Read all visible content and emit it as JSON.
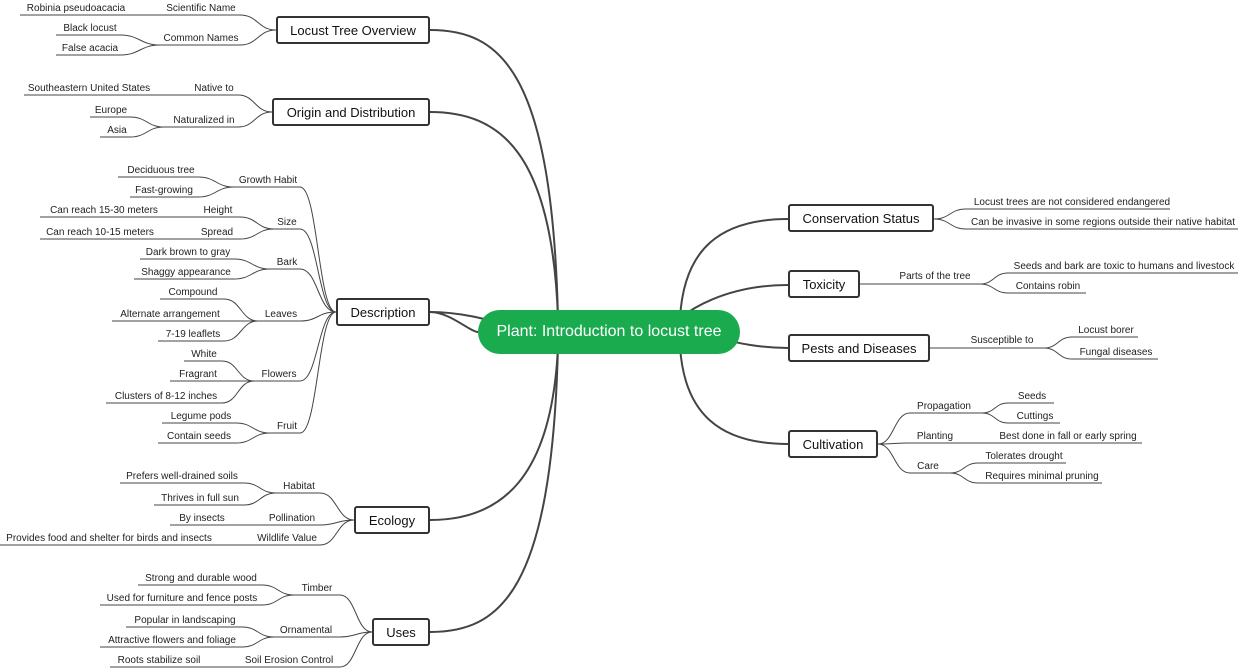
{
  "root": {
    "label": "Plant: Introduction to locust tree"
  },
  "left": {
    "overview": {
      "label": "Locust Tree Overview",
      "scientific_name": {
        "label": "Scientific Name",
        "items": [
          "Robinia pseudoacacia"
        ]
      },
      "common_names": {
        "label": "Common Names",
        "items": [
          "Black locust",
          "False acacia"
        ]
      }
    },
    "origin": {
      "label": "Origin and Distribution",
      "native": {
        "label": "Native to",
        "items": [
          "Southeastern United States"
        ]
      },
      "naturalized": {
        "label": "Naturalized in",
        "items": [
          "Europe",
          "Asia"
        ]
      }
    },
    "description": {
      "label": "Description",
      "growth": {
        "label": "Growth Habit",
        "items": [
          "Deciduous tree",
          "Fast-growing"
        ]
      },
      "size": {
        "label": "Size"
      },
      "height": {
        "label": "Height",
        "items": [
          "Can reach 15-30 meters"
        ]
      },
      "spread": {
        "label": "Spread",
        "items": [
          "Can reach 10-15 meters"
        ]
      },
      "bark": {
        "label": "Bark",
        "items": [
          "Dark brown to gray",
          "Shaggy appearance"
        ]
      },
      "leaves": {
        "label": "Leaves",
        "items": [
          "Compound",
          "Alternate arrangement",
          "7-19 leaflets"
        ]
      },
      "flowers": {
        "label": "Flowers",
        "items": [
          "White",
          "Fragrant",
          "Clusters of 8-12 inches"
        ]
      },
      "fruit": {
        "label": "Fruit",
        "items": [
          "Legume pods",
          "Contain seeds"
        ]
      }
    },
    "ecology": {
      "label": "Ecology",
      "habitat": {
        "label": "Habitat",
        "items": [
          "Prefers well-drained soils",
          "Thrives in full sun"
        ]
      },
      "pollination": {
        "label": "Pollination",
        "items": [
          "By insects"
        ]
      },
      "wildlife": {
        "label": "Wildlife Value",
        "items": [
          "Provides food and shelter for birds and insects"
        ]
      }
    },
    "uses": {
      "label": "Uses",
      "timber": {
        "label": "Timber",
        "items": [
          "Strong and durable wood",
          "Used for furniture and fence posts"
        ]
      },
      "ornamental": {
        "label": "Ornamental",
        "items": [
          "Popular in landscaping",
          "Attractive flowers and foliage"
        ]
      },
      "erosion": {
        "label": "Soil Erosion Control",
        "items": [
          "Roots stabilize soil"
        ]
      }
    }
  },
  "right": {
    "conservation": {
      "label": "Conservation Status",
      "items": [
        "Locust trees are not considered endangered",
        "Can be invasive in some regions outside their native habitat"
      ]
    },
    "toxicity": {
      "label": "Toxicity",
      "parts": {
        "label": "Parts of the tree",
        "items": [
          "Seeds and bark are toxic to humans and livestock",
          "Contains robin"
        ]
      }
    },
    "pests": {
      "label": "Pests and Diseases",
      "susceptible": {
        "label": "Susceptible to",
        "items": [
          "Locust borer",
          "Fungal diseases"
        ]
      }
    },
    "cultivation": {
      "label": "Cultivation",
      "propagation": {
        "label": "Propagation",
        "items": [
          "Seeds",
          "Cuttings"
        ]
      },
      "planting": {
        "label": "Planting",
        "items": [
          "Best done in fall or early spring"
        ]
      },
      "care": {
        "label": "Care",
        "items": [
          "Tolerates drought",
          "Requires minimal pruning"
        ]
      }
    }
  },
  "colors": {
    "root_fill": "#1aab4e",
    "line": "#444444",
    "box_border": "#333333"
  }
}
